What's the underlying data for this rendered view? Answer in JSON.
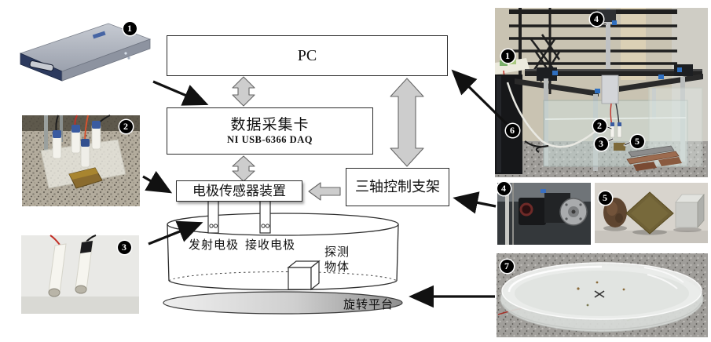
{
  "flowchart": {
    "pc": {
      "label": "PC"
    },
    "daq": {
      "label": "数据采集卡",
      "sublabel": "NI USB-6366 DAQ"
    },
    "sensor": {
      "label": "电极传感器装置"
    },
    "gantry": {
      "label": "三轴控制支架"
    }
  },
  "tank": {
    "transmit_electrode_label": "发射电极",
    "receive_electrode_label": "接收电极",
    "object_label_line1": "探测",
    "object_label_line2": "物体",
    "platform_label": "旋转平台"
  },
  "badges": {
    "daq_photo": "1",
    "fixture_photo": "2",
    "probe_photo": "3",
    "rig_computer": "1",
    "rig_electrodes": "2",
    "rig_probes": "3",
    "rig_motor_top": "4",
    "rig_sample": "5",
    "rig_tower": "6",
    "motor_photo": "4",
    "samples_photo": "5",
    "dish_photo": "7"
  },
  "colors": {
    "flow_arrow_gray": "#cdcdcd",
    "box_border": "#2b2b2b",
    "badge_bg": "#000000",
    "badge_text": "#ffffff"
  }
}
